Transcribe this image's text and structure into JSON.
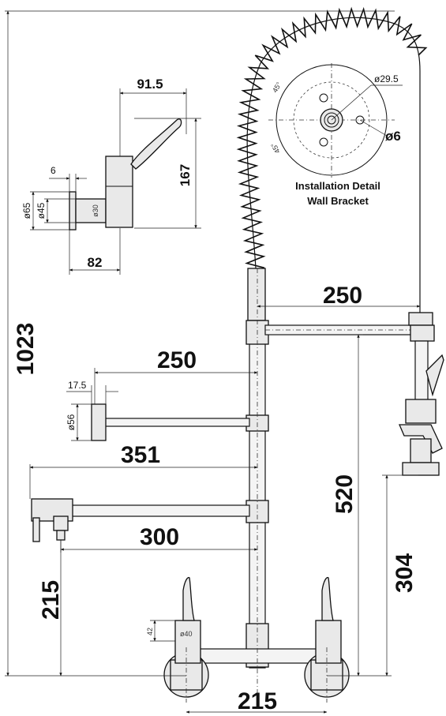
{
  "detail": {
    "caption_line1": "Installation Detail",
    "caption_line2": "Wall Bracket",
    "dia_29_5": "ø29.5",
    "dia_6": "ø6",
    "angle_a": "45°",
    "angle_b": "45°"
  },
  "dims": {
    "d91_5": "91.5",
    "d167": "167",
    "d6": "6",
    "d65": "ø65",
    "d45": "ø45",
    "d30": "ø30",
    "d82": "82",
    "d250_top": "250",
    "d250_mid": "250",
    "d17_5": "17.5",
    "d56": "ø56",
    "d351": "351",
    "d300": "300",
    "d1023": "1023",
    "d520": "520",
    "d304": "304",
    "d215_v": "215",
    "d215_h": "215",
    "d42": "42",
    "d40": "ø40"
  }
}
